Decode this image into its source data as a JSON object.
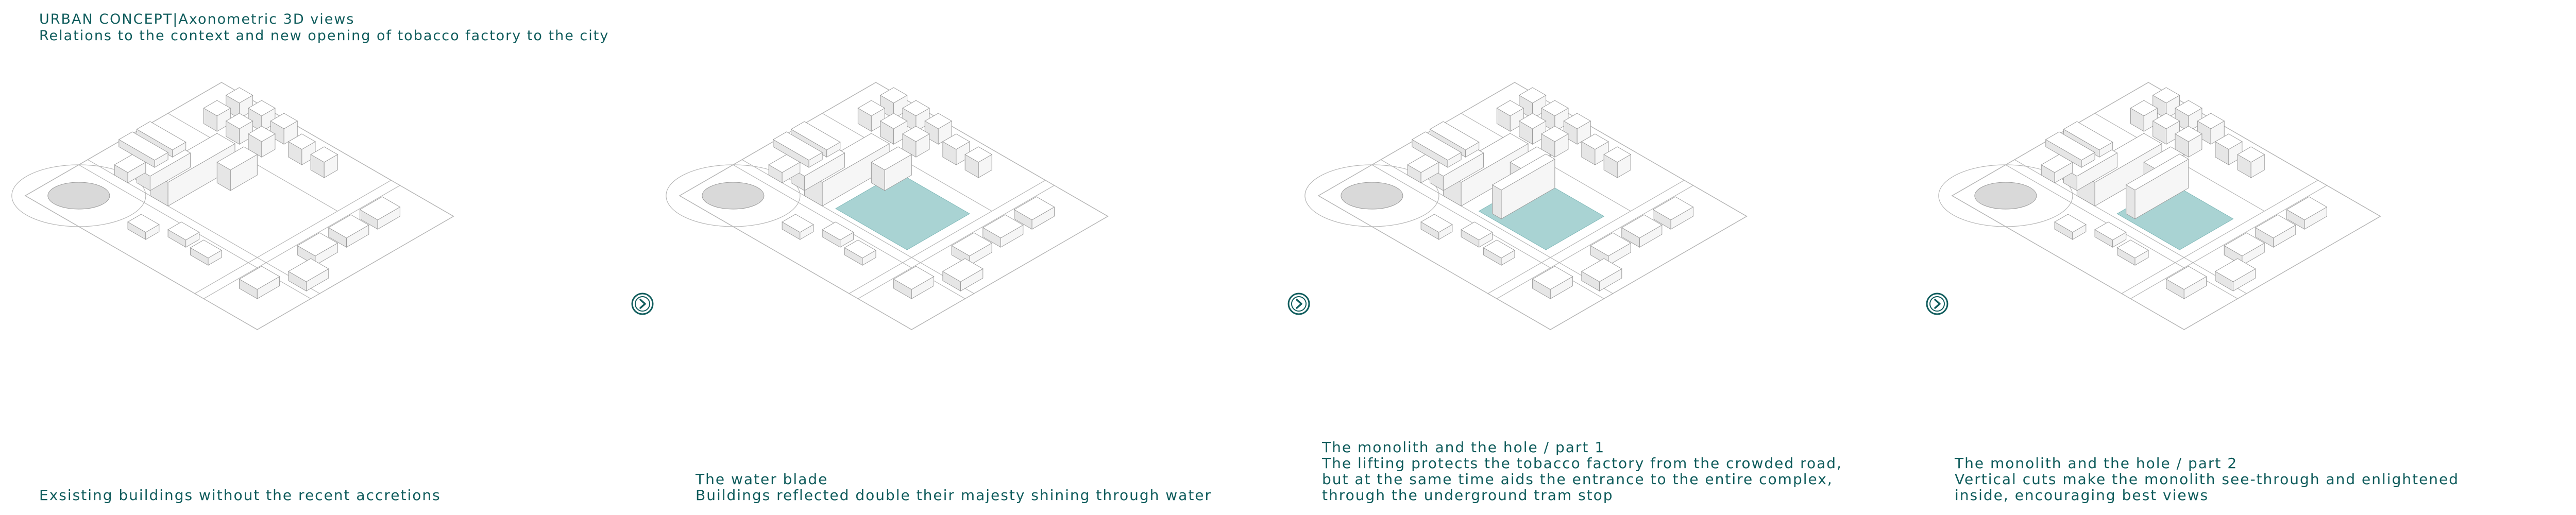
{
  "header": {
    "title": "URBAN CONCEPT|Axonometric 3D views",
    "subtitle": "Relations to the context and new opening of tobacco factory to the city"
  },
  "colors": {
    "text": "#0f5c5c",
    "water": "#a9d3d3",
    "line": "#b5b5b5"
  },
  "panels": [
    {
      "caption_lines": [
        "Exsisting buildings without the recent accretions"
      ]
    },
    {
      "caption_lines": [
        "The water blade",
        "Buildings reflected double their majesty shining through water"
      ]
    },
    {
      "caption_lines": [
        "The monolith and the hole / part 1",
        "The lifting protects the tobacco factory from the crowded road,",
        "but at the same time aids the entrance to the entire complex,",
        "through the underground tram stop"
      ]
    },
    {
      "caption_lines": [
        "The monolith and the hole / part 2",
        "Vertical cuts make the monolith see-through and enlightened",
        "inside, encouraging best views"
      ]
    }
  ],
  "arrows": [
    {
      "icon": "arrow-right-circle-icon"
    },
    {
      "icon": "arrow-right-circle-icon"
    },
    {
      "icon": "arrow-right-circle-icon"
    }
  ]
}
